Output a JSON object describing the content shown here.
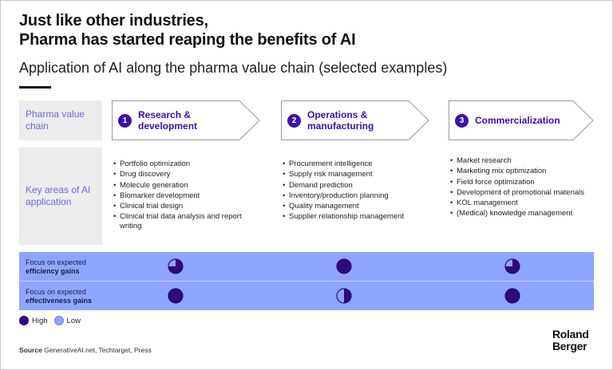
{
  "title_line1": "Just like other industries,",
  "title_line2": "Pharma has started reaping the benefits of AI",
  "subtitle": "Application of AI along the pharma value chain (selected examples)",
  "row_labels": {
    "value_chain": "Pharma value chain",
    "key_areas": "Key areas of AI application"
  },
  "stages": [
    {
      "number": "1",
      "name": "Research & development",
      "items": [
        "Portfolio optimization",
        "Drug discovery",
        "Molecule generation",
        "Biomarker development",
        "Clinical trial design",
        "Clinical trial data analysis and report writing"
      ],
      "efficiency": 0.75,
      "effectiveness": 1.0
    },
    {
      "number": "2",
      "name": "Operations & manufacturing",
      "items": [
        "Procurement intelligence",
        "Supply risk management",
        "Demand prediction",
        "Inventory/production planning",
        "Quality management",
        "Supplier relationship management"
      ],
      "efficiency": 1.0,
      "effectiveness": 0.5
    },
    {
      "number": "3",
      "name": "Commercialization",
      "items": [
        "Market research",
        "Marketing mix optimization",
        "Field force optimization",
        "Development of promotional materials",
        "KOL management",
        "(Medical) knowledge management"
      ],
      "efficiency": 0.75,
      "effectiveness": 1.0
    }
  ],
  "bands": {
    "efficiency_prefix": "Focus on expected",
    "efficiency_bold": "efficiency gains",
    "effectiveness_prefix": "Focus on expected",
    "effectiveness_bold": "effectiveness gains"
  },
  "legend": {
    "high": "High",
    "low": "Low"
  },
  "colors": {
    "high": "#2d0a7a",
    "low": "#8fa6ff",
    "accent": "#3d10a8"
  },
  "source_label": "Source",
  "source_text": "GenerativeAI.net, Techtarget, Press",
  "logo_line1": "Roland",
  "logo_line2": "Berger"
}
